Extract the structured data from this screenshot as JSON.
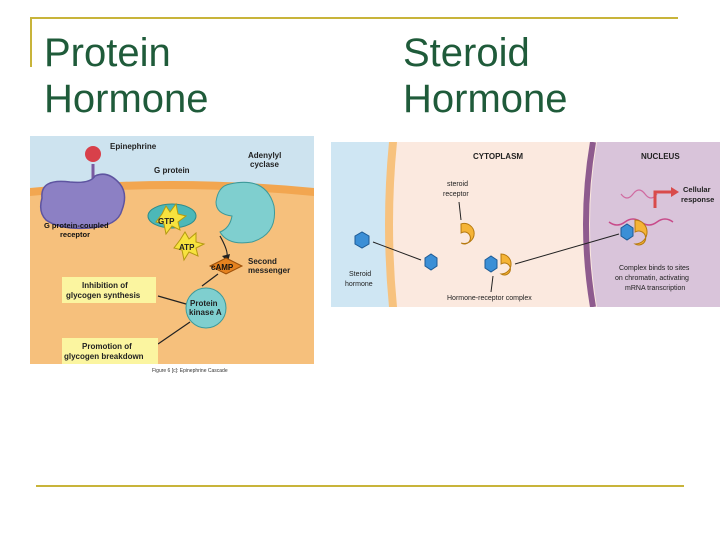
{
  "slide": {
    "title_left": "Protein\nHormone",
    "title_right": "Steroid\nHormone"
  },
  "left_diagram": {
    "epinephrine": "Epinephrine",
    "g_protein": "G protein",
    "adenylyl_cyclase_1": "Adenylyl",
    "adenylyl_cyclase_2": "cyclase",
    "gtp": "GTP",
    "atp": "ATP",
    "camp": "cAMP",
    "gpcr_1": "G protein-coupled",
    "gpcr_2": "receptor",
    "second_messenger_1": "Second",
    "second_messenger_2": "messenger",
    "protein_kinase_1": "Protein",
    "protein_kinase_2": "kinase A",
    "inhibition_1": "Inhibition of",
    "inhibition_2": "glycogen synthesis",
    "promotion_1": "Promotion of",
    "promotion_2": "glycogen breakdown",
    "caption": "Figure 6 [c]: Epinephrine Cascade",
    "colors": {
      "cytoplasm": "#f6c07c",
      "membrane": "#f2a650",
      "background": "#cde3ef",
      "receptor": "#8c80c4",
      "enzyme": "#7fcfcf",
      "label_box": "#fbf5a0"
    }
  },
  "right_diagram": {
    "cytoplasm": "CYTOPLASM",
    "nucleus": "NUCLEUS",
    "steroid_receptor_1": "steroid",
    "steroid_receptor_2": "receptor",
    "cellular_response_1": "Cellular",
    "cellular_response_2": "response",
    "steroid_hormone_1": "Steroid",
    "steroid_hormone_2": "hormone",
    "complex": "Hormone-receptor complex",
    "complex_binds_1": "Complex binds to sites",
    "complex_binds_2": "on chromatin, activating",
    "complex_binds_3": "mRNA transcription",
    "colors": {
      "outside": "#cfe6f3",
      "cytoplasm": "#fbe9df",
      "nucleus": "#d9c4da",
      "membrane": "#f7c27e",
      "hormone": "#3b8fd6",
      "receptor": "#f5b437"
    }
  }
}
